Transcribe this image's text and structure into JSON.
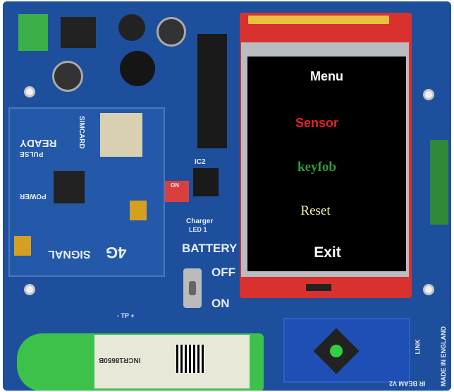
{
  "display": {
    "items": [
      {
        "label": "Menu",
        "color": "#ffffff"
      },
      {
        "label": "Sensor",
        "color": "#e8202a"
      },
      {
        "label": "keyfob",
        "color": "#2e9e3a"
      },
      {
        "label": "Reset",
        "color": "#f0f0b0"
      },
      {
        "label": "Exit",
        "color": "#ffffff"
      }
    ]
  },
  "board": {
    "battery_label": "BATTERY",
    "off_label": "OFF",
    "on_label": "ON",
    "charger_label": "Charger",
    "led_label": "LED 1",
    "signal_label": "SIGNAL",
    "module_label": "4G",
    "simcard_label": "SIMCARD",
    "ready_label": "READY",
    "pulse_label": "PULSE",
    "power_label": "POWER",
    "made_label": "MADE IN ENGLAND",
    "model_label": "IR BEAM V2",
    "link_label": "LINK",
    "tp_label": "- TP +",
    "ic2_label": "IC2",
    "switch_label": "ON",
    "battery_cell": "INCR18650B"
  },
  "colors": {
    "pcb": "#1d4f9c",
    "tft_board": "#d8312e",
    "screen": "#000000"
  }
}
